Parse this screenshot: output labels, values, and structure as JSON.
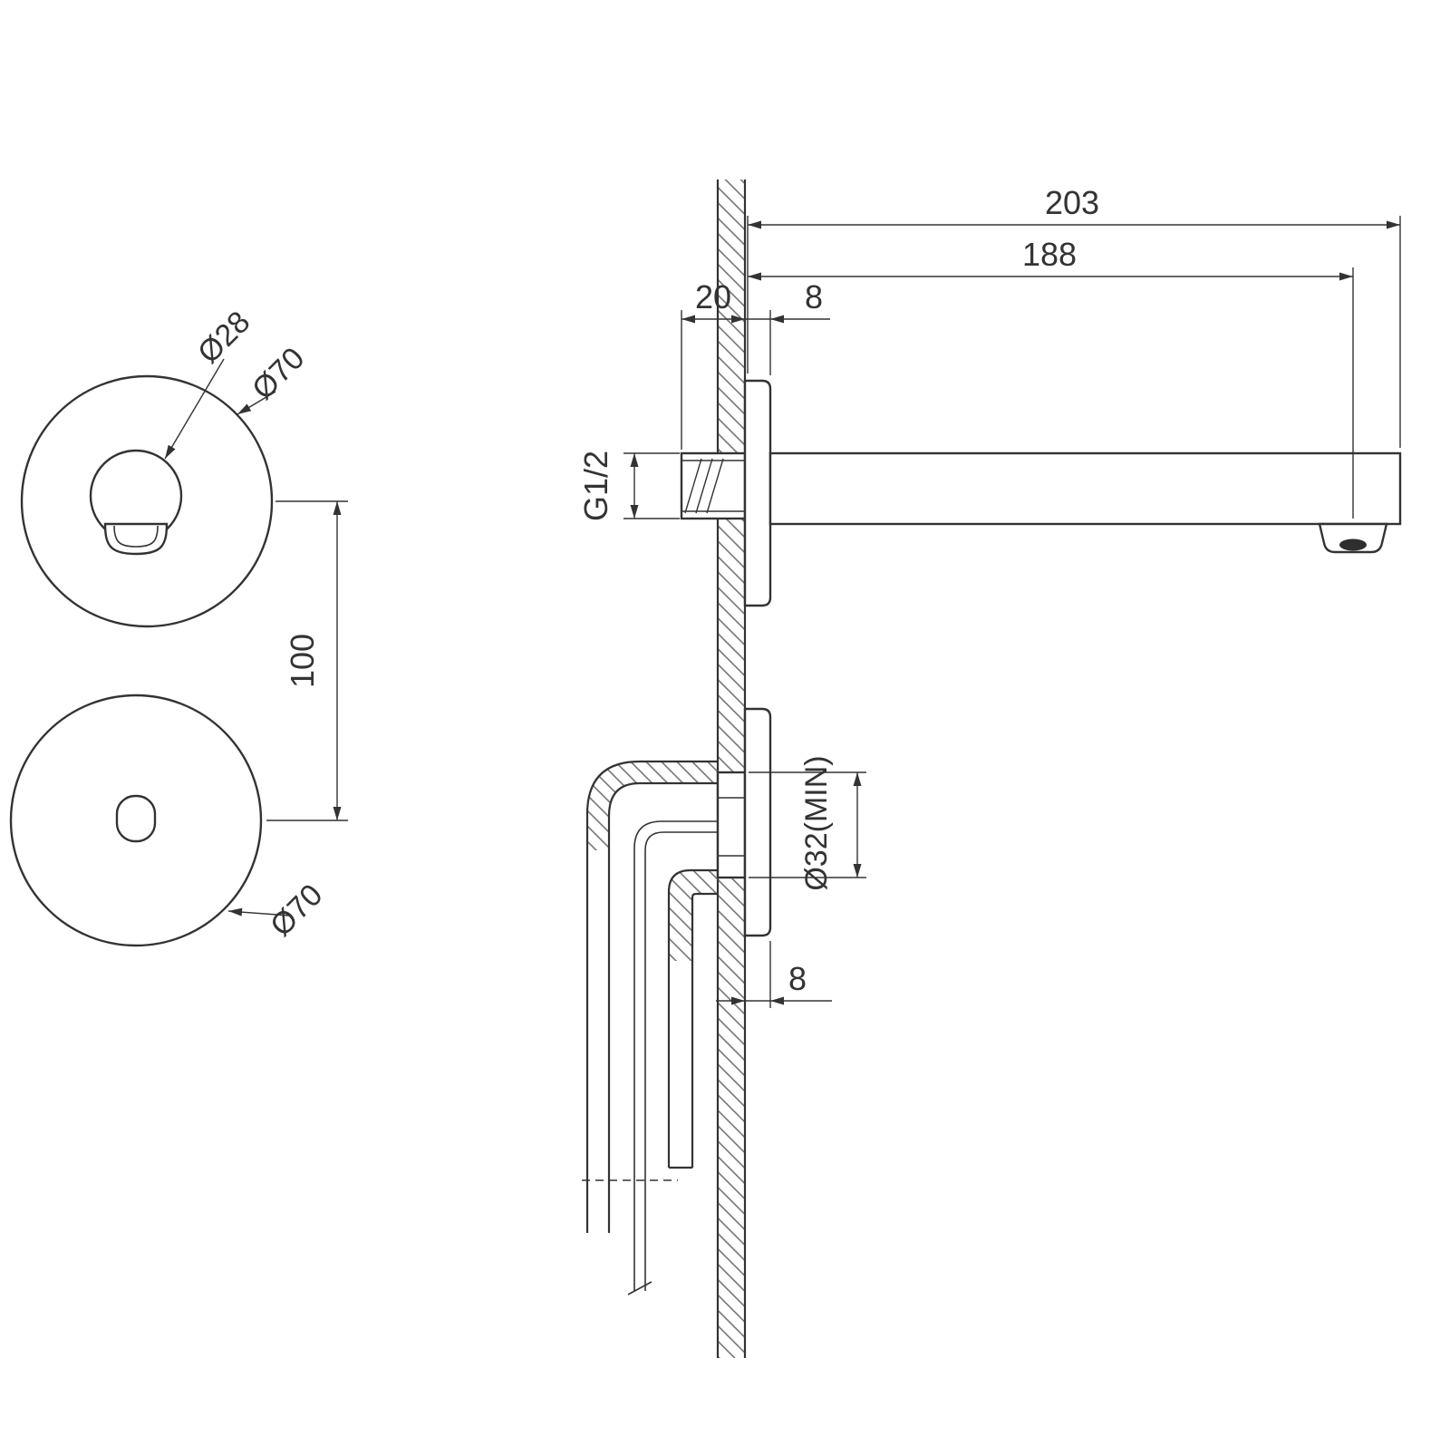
{
  "drawing": {
    "line_color": "#333333",
    "side_view": {
      "overall_length": "203",
      "spout_reach": "188",
      "thread_length": "20",
      "spout_flange_thickness": "8",
      "thread_size": "G1/2",
      "wall_hole_diameter": "Ø32(MIN)",
      "sensor_flange_thickness": "8"
    },
    "front_view": {
      "spout_outlet_diameter": "Ø28",
      "spout_flange_diameter": "Ø70",
      "center_distance": "100",
      "sensor_flange_diameter": "Ø70"
    }
  }
}
